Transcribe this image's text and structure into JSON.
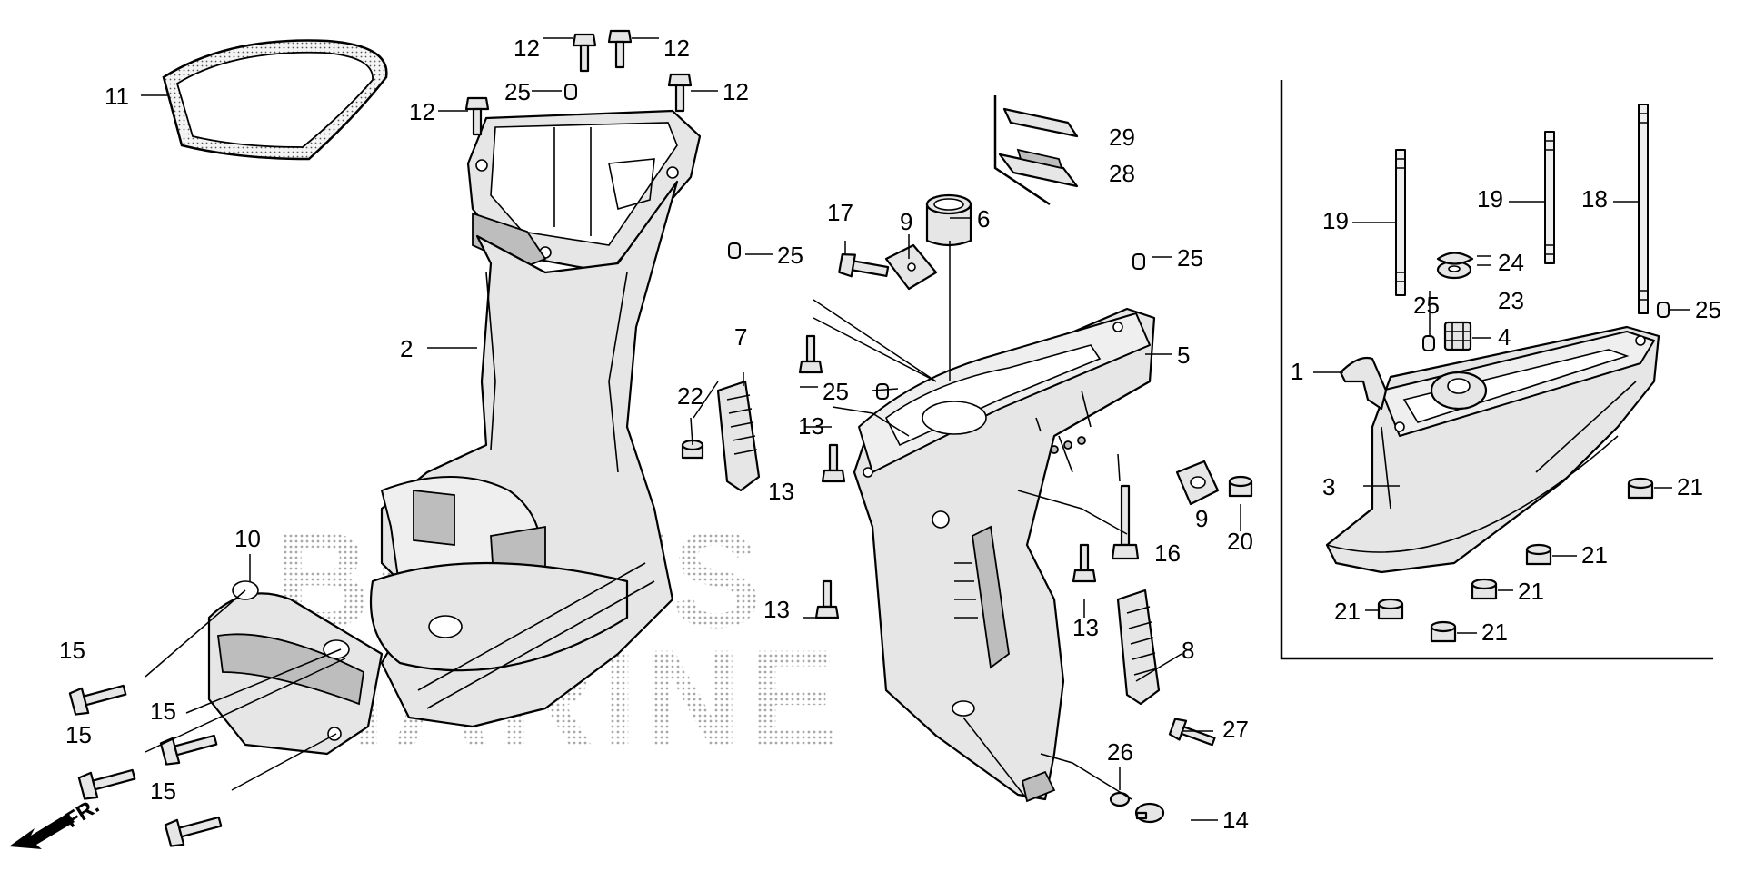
{
  "watermark": {
    "line1": "BOATS",
    "line2": "MARINE"
  },
  "direction_label": "FR.",
  "callouts": {
    "c1": "1",
    "c2": "2",
    "c3": "3",
    "c4": "4",
    "c5": "5",
    "c6": "6",
    "c7": "7",
    "c8": "8",
    "c9": "9",
    "c10": "10",
    "c11": "11",
    "c12": "12",
    "c13": "13",
    "c14": "14",
    "c15": "15",
    "c16": "16",
    "c17": "17",
    "c18": "18",
    "c19": "19",
    "c20": "20",
    "c21": "21",
    "c22": "22",
    "c23": "23",
    "c24": "24",
    "c25": "25",
    "c26": "26",
    "c27": "27",
    "c28": "28",
    "c29": "29"
  }
}
